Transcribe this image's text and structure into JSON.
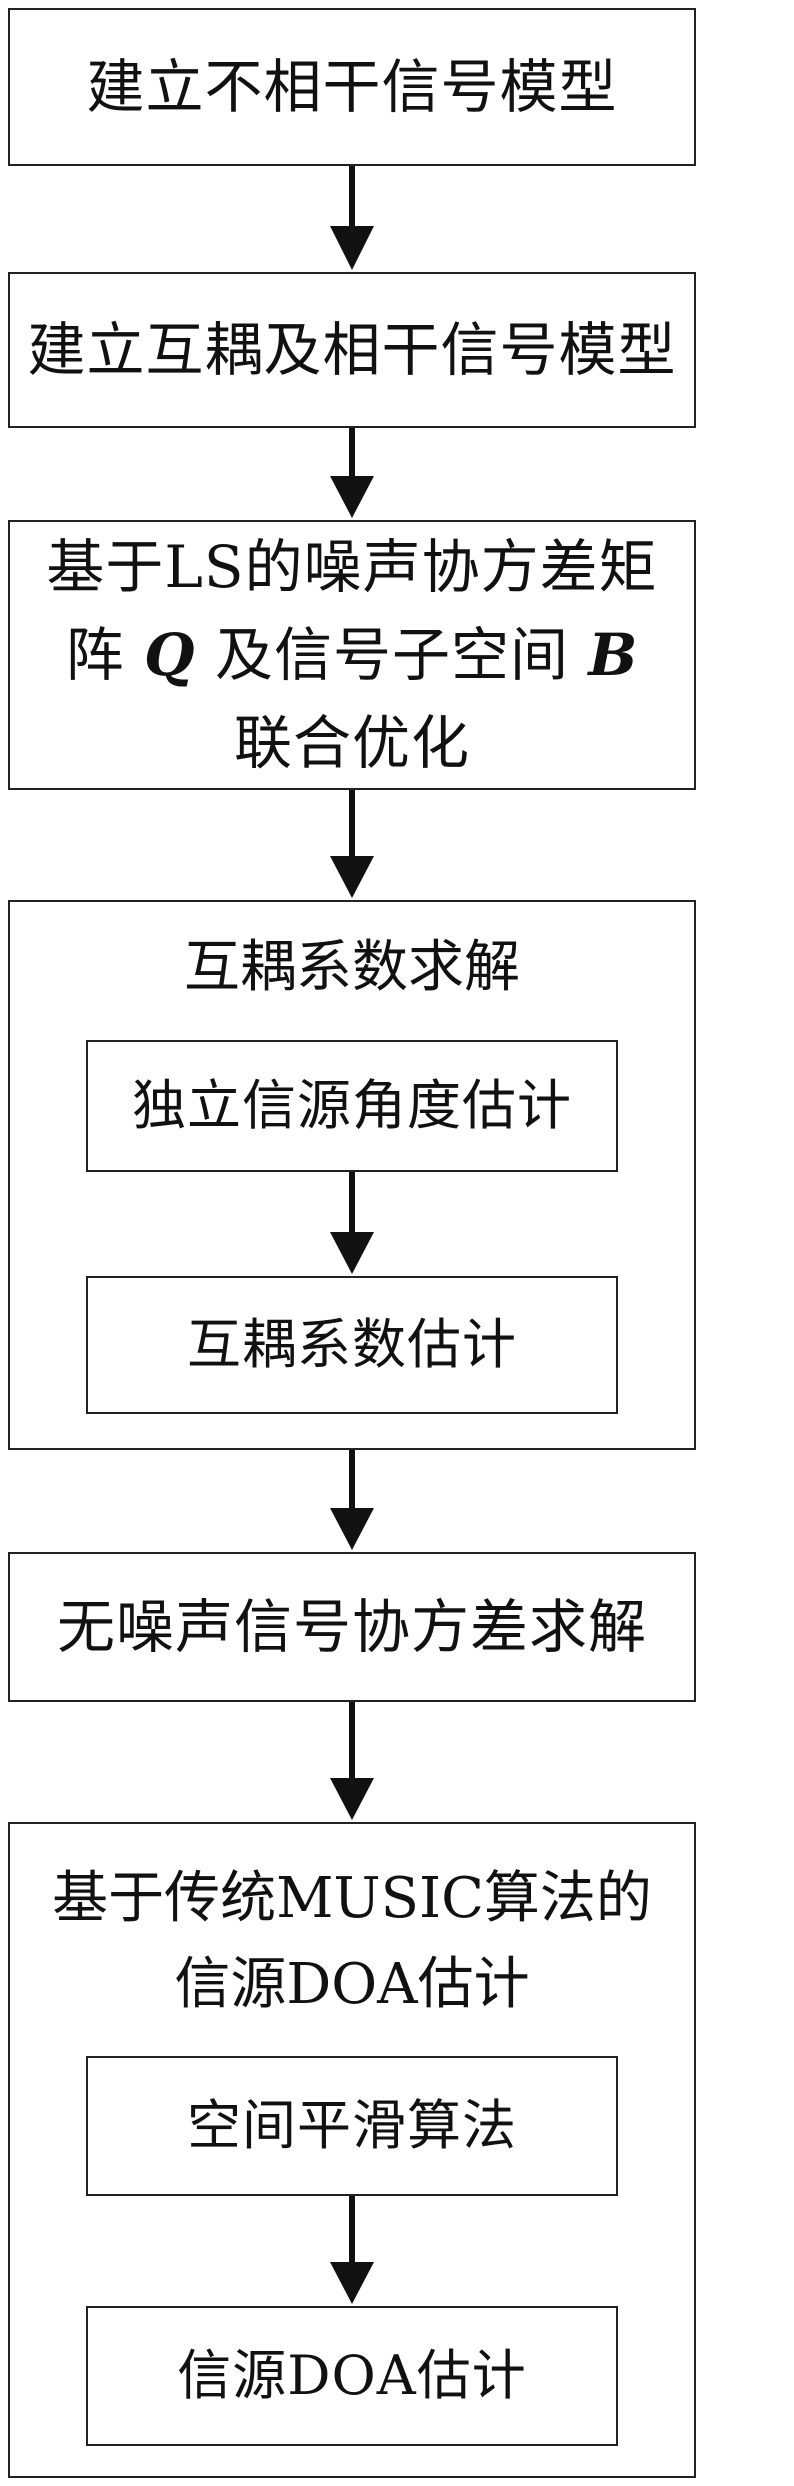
{
  "steps": {
    "s1": "建立不相干信号模型",
    "s2": "建立互耦及相干信号模型",
    "s3_line1": "基于LS的噪声协方差矩",
    "s3_line2_a": "阵 ",
    "s3_line2_q": "Q",
    "s3_line2_b": " 及信号子空间 ",
    "s3_line2_bsym": "B",
    "s3_line3": "联合优化",
    "g1_title": "互耦系数求解",
    "g1_sub1": "独立信源角度估计",
    "g1_sub2": "互耦系数估计",
    "s5": "无噪声信号协方差求解",
    "g2_title_line1": "基于传统MUSIC算法的",
    "g2_title_line2": "信源DOA估计",
    "g2_sub1": "空间平滑算法",
    "g2_sub2": "信源DOA估计"
  }
}
